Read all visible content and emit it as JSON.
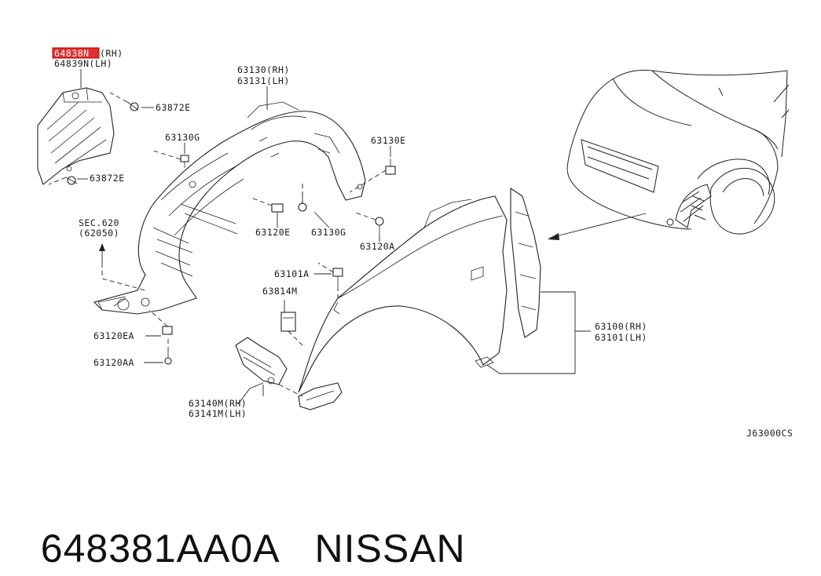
{
  "parts": {
    "p64838N": "64838N",
    "p64838N_side": "(RH)",
    "p64839N": "64839N(LH)",
    "p63872E_a": "63872E",
    "p63872E_b": "63872E",
    "p63130_rh": "63130(RH)",
    "p63131_lh": "63131(LH)",
    "p63130G_a": "63130G",
    "p63130E": "63130E",
    "p63120E": "63120E",
    "p63130G_b": "63130G",
    "p63120A": "63120A",
    "sec620": "SEC.620",
    "sec620_ref": "(62050)",
    "p63101A": "63101A",
    "p63814M": "63814M",
    "p63120EA": "63120EA",
    "p63120AA": "63120AA",
    "p63100_rh": "63100(RH)",
    "p63101_lh": "63101(LH)",
    "p63140M_rh": "63140M(RH)",
    "p63141M_lh": "63141M(LH)"
  },
  "diagram_code": "J63000CS",
  "footer": {
    "part_number": "648381AA0A",
    "brand": "NISSAN"
  },
  "colors": {
    "highlight": "#e03030",
    "ink": "#222222"
  }
}
